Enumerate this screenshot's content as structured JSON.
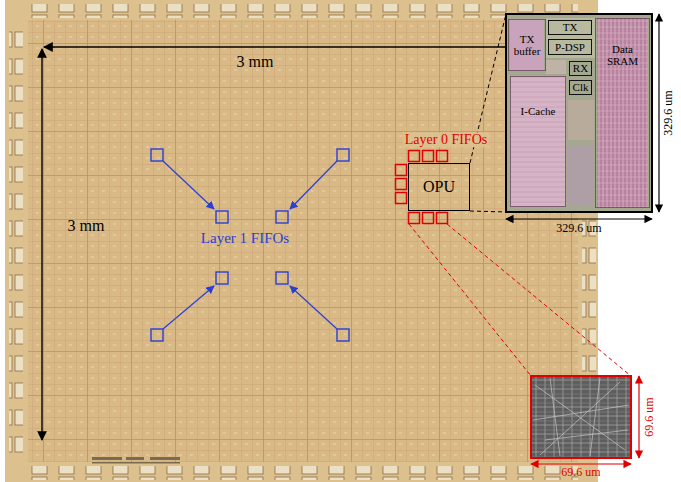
{
  "diagram": {
    "nodes": [
      {
        "text": [
          "OPU"
        ]
      },
      {
        "text": [
          "TX buffer"
        ]
      },
      {
        "text": [
          "TX"
        ]
      },
      {
        "text": [
          "P-DSP"
        ]
      },
      {
        "text": [
          "RX"
        ]
      },
      {
        "text": [
          "Clk"
        ]
      },
      {
        "text": [
          "I-Cache"
        ]
      },
      {
        "text": [
          "Data SRAM"
        ]
      }
    ],
    "labels": [
      "3 mm",
      "3 mm",
      "Layer 1 FIFOs",
      "Layer 0 FIFOs",
      "329.6 um",
      "329.6 um",
      "69.6 um",
      "69.6 um"
    ]
  }
}
